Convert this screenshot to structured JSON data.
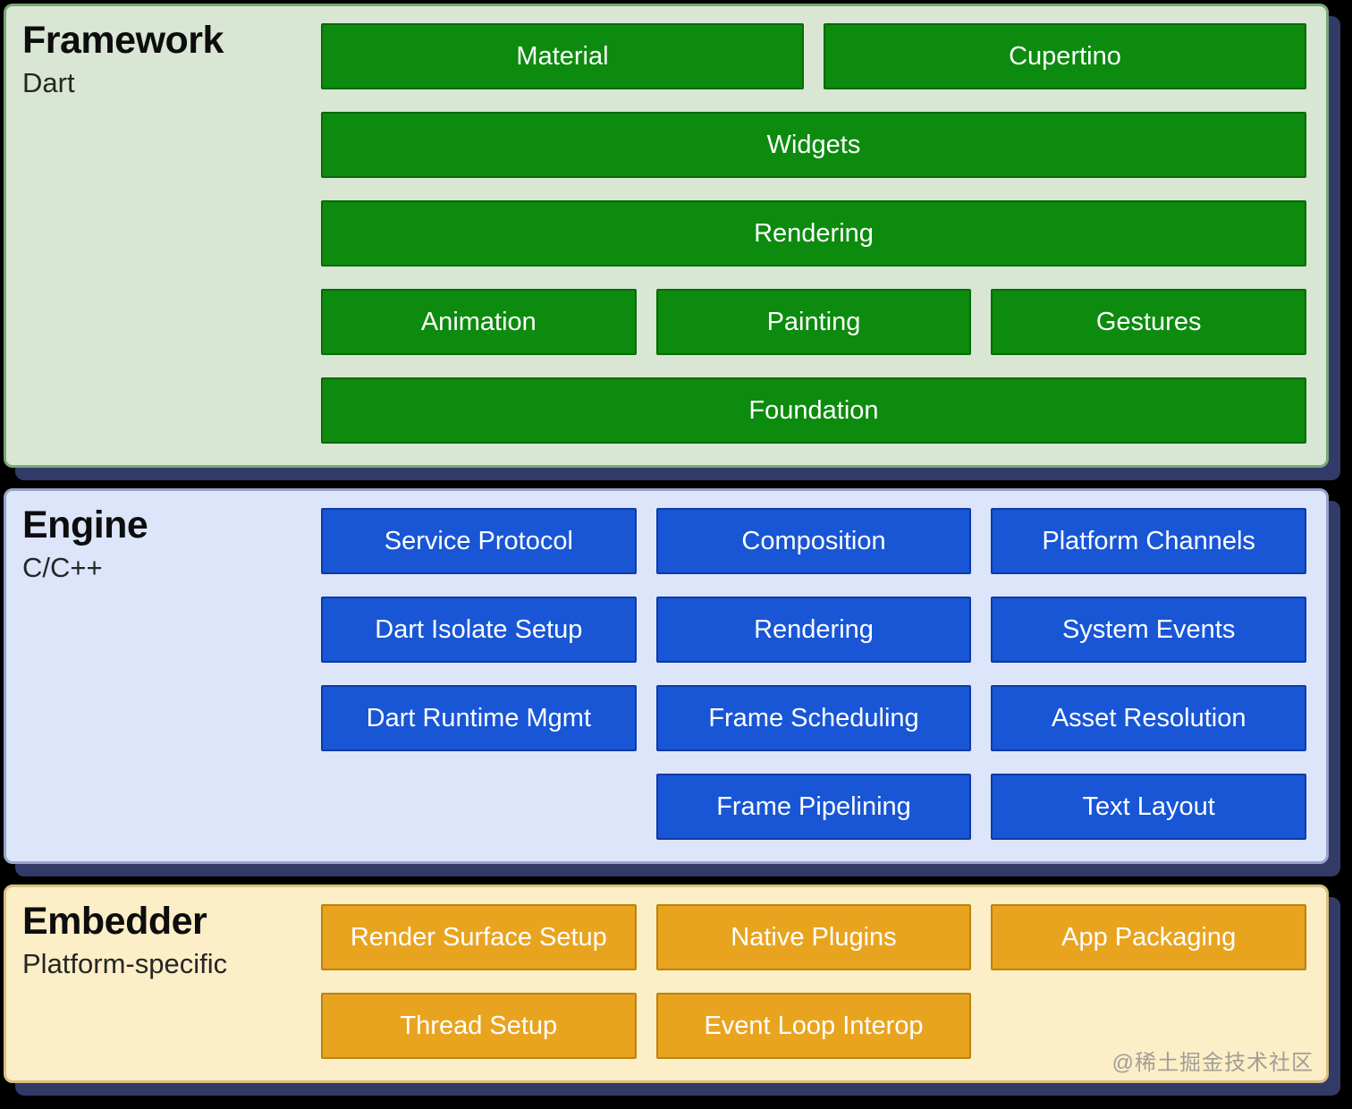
{
  "palette": {
    "page_bg": "#000000",
    "shadow": "#323a68",
    "title": "#0d0d0d",
    "subtitle": "#262626",
    "block_text": "#ffffff",
    "watermark": "#a09e96",
    "framework_bg": "#d8e6d3",
    "framework_border": "#78a878",
    "framework_block": "#0c8b0e",
    "framework_block_border": "#086a08",
    "engine_bg": "#dce5f9",
    "engine_border": "#96a4c8",
    "engine_block": "#1856d6",
    "engine_block_border": "#0d3aa8",
    "embedder_bg": "#fceec6",
    "embedder_border": "#d9c07e",
    "embedder_block": "#e9a41f",
    "embedder_block_border": "#b9830f"
  },
  "watermark": "@稀土掘金技术社区",
  "sections": {
    "framework": {
      "title": "Framework",
      "subtitle": "Dart",
      "blocks": {
        "material": "Material",
        "cupertino": "Cupertino",
        "widgets": "Widgets",
        "rendering": "Rendering",
        "animation": "Animation",
        "painting": "Painting",
        "gestures": "Gestures",
        "foundation": "Foundation"
      }
    },
    "engine": {
      "title": "Engine",
      "subtitle": "C/C++",
      "blocks": {
        "service_protocol": "Service Protocol",
        "composition": "Composition",
        "platform_channels": "Platform Channels",
        "dart_isolate_setup": "Dart Isolate Setup",
        "rendering": "Rendering",
        "system_events": "System Events",
        "dart_runtime_mgmt": "Dart Runtime Mgmt",
        "frame_scheduling": "Frame Scheduling",
        "asset_resolution": "Asset Resolution",
        "frame_pipelining": "Frame Pipelining",
        "text_layout": "Text Layout"
      }
    },
    "embedder": {
      "title": "Embedder",
      "subtitle": "Platform-specific",
      "blocks": {
        "render_surface_setup": "Render Surface Setup",
        "native_plugins": "Native Plugins",
        "app_packaging": "App Packaging",
        "thread_setup": "Thread Setup",
        "event_loop_interop": "Event Loop Interop"
      }
    }
  }
}
